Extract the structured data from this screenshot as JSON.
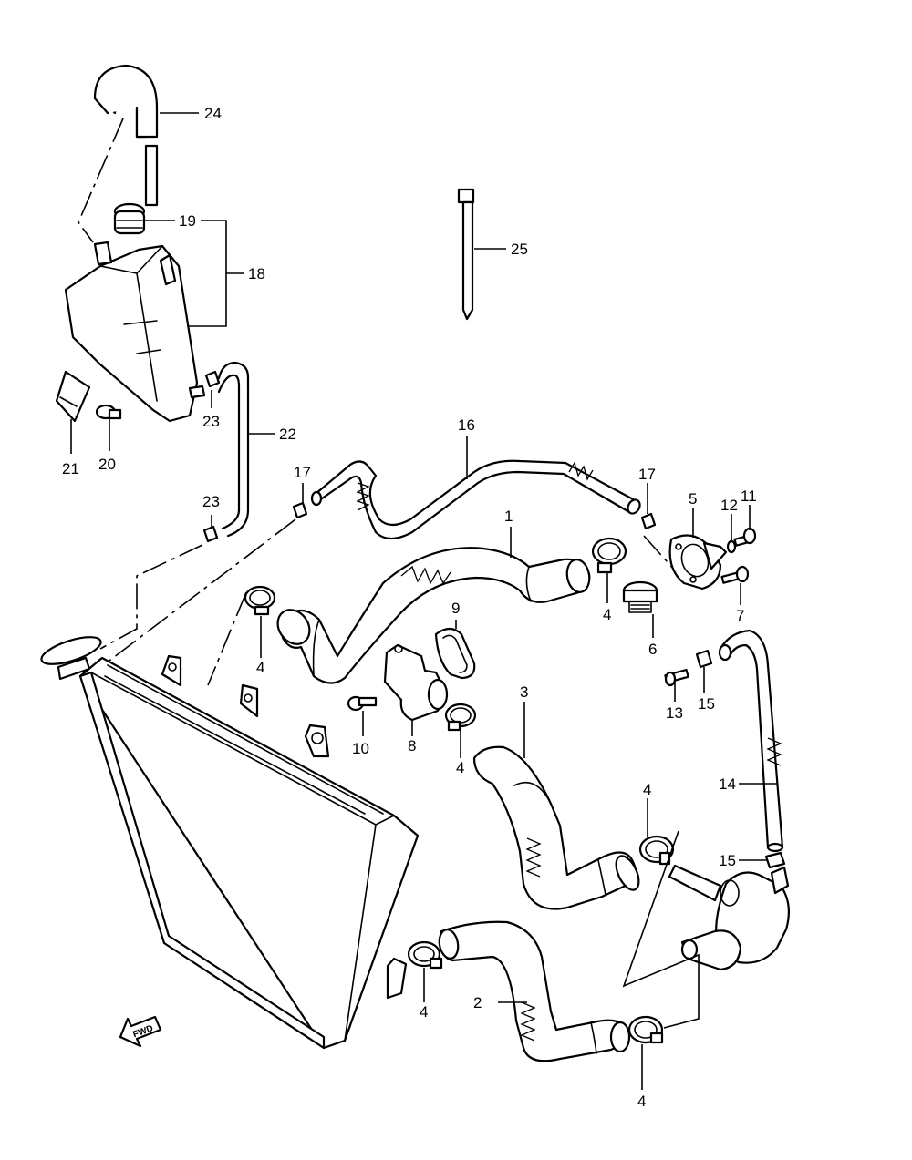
{
  "callouts": {
    "c1": "1",
    "c2": "2",
    "c3": "3",
    "c4a": "4",
    "c4b": "4",
    "c4c": "4",
    "c4d": "4",
    "c4e": "4",
    "c4f": "4",
    "c5": "5",
    "c6": "6",
    "c7": "7",
    "c8": "8",
    "c9": "9",
    "c10": "10",
    "c11": "11",
    "c12": "12",
    "c13": "13",
    "c14": "14",
    "c15a": "15",
    "c15b": "15",
    "c16": "16",
    "c17a": "17",
    "c17b": "17",
    "c18": "18",
    "c19": "19",
    "c20": "20",
    "c21": "21",
    "c22": "22",
    "c23a": "23",
    "c23b": "23",
    "c24": "24",
    "c25": "25"
  },
  "direction_badge": {
    "text": "FWD"
  },
  "icons": [
    "radiator",
    "reservoir-tank",
    "radiator-cap",
    "hose",
    "hose-clamp",
    "thermostat",
    "bolt",
    "cable-tie",
    "water-pump",
    "fwd-arrow-icon"
  ]
}
